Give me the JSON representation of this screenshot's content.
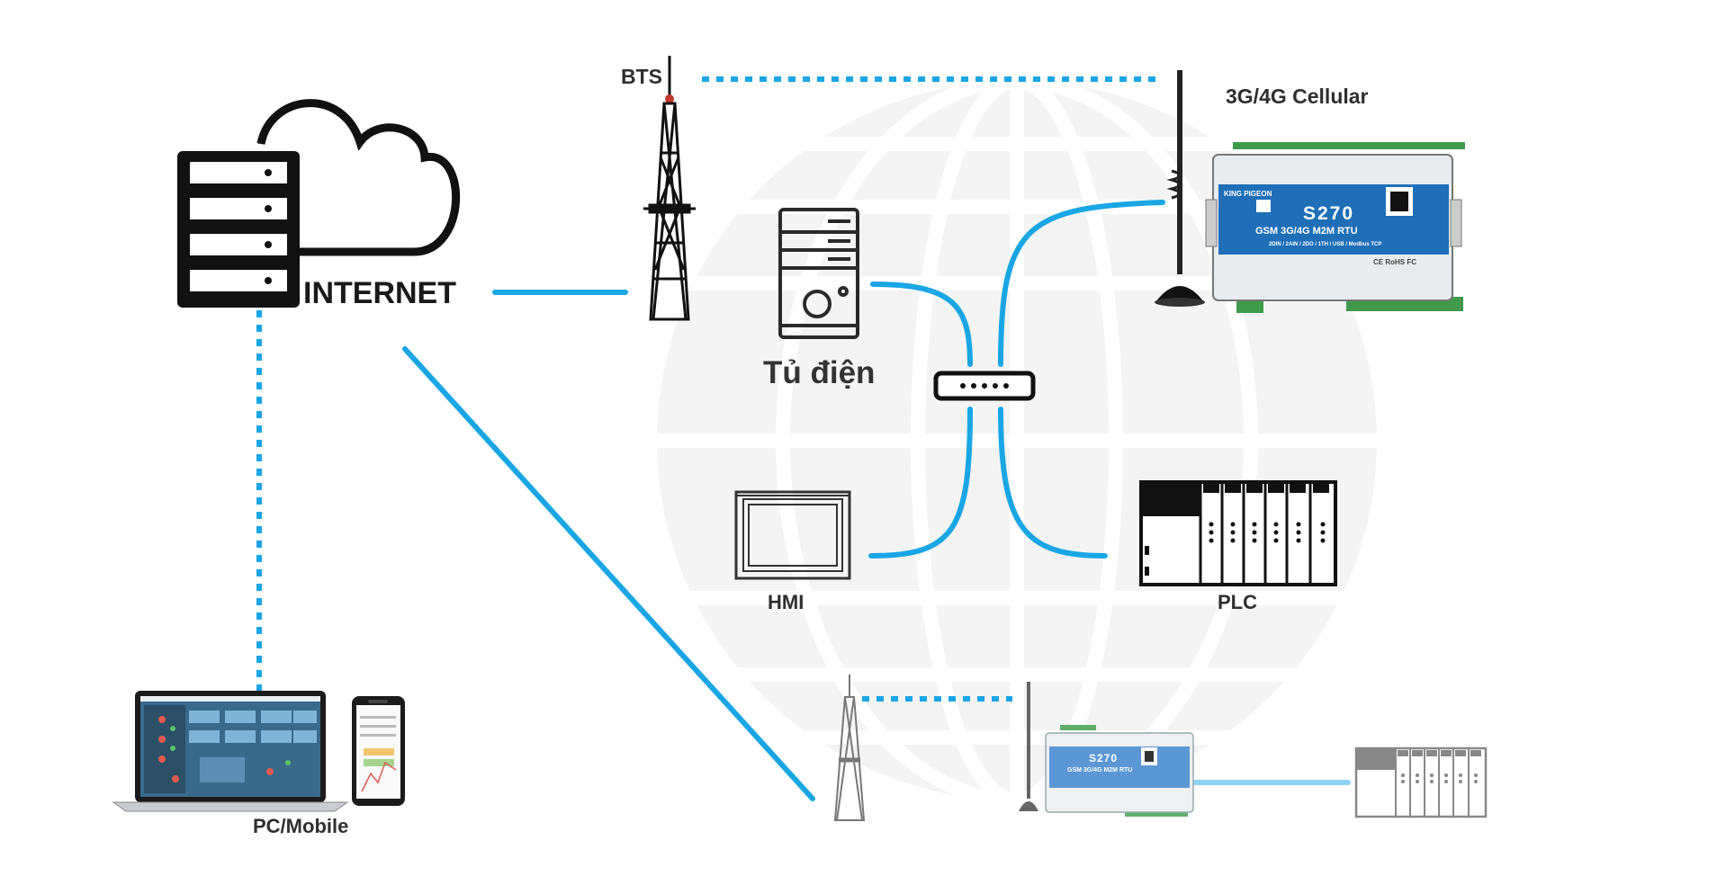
{
  "labels": {
    "bts": "BTS",
    "cellular": "3G/4G Cellular",
    "internet": "INTERNET",
    "cabinet": "Tủ điện",
    "hmi": "HMI",
    "plc": "PLC",
    "pc_mobile": "PC/Mobile"
  },
  "rtu_main": {
    "brand": "KING PIGEON",
    "model": "S270",
    "subtitle": "GSM 3G/4G M2M RTU",
    "specs": "2DIN / 2AIN / 2DO / 1TH / USB / Modbus TCP",
    "certs": "CE RoHS FC"
  },
  "rtu_small": {
    "model": "S270",
    "subtitle": "GSM 3G/4G M2M RTU"
  },
  "colors": {
    "link": "#1aa6e4",
    "link_light": "#8dd3f3",
    "globe": "#f0f0f0",
    "rtu_blue": "#1e6fb8",
    "terminal_green": "#3f9a4c",
    "icon_black": "#111111"
  },
  "icons": [
    "server-icon",
    "cloud-icon",
    "bts-tower-icon",
    "antenna-icon",
    "cabinet-icon",
    "switch-icon",
    "hmi-panel-icon",
    "plc-icon",
    "laptop-icon",
    "phone-icon",
    "globe-background"
  ]
}
